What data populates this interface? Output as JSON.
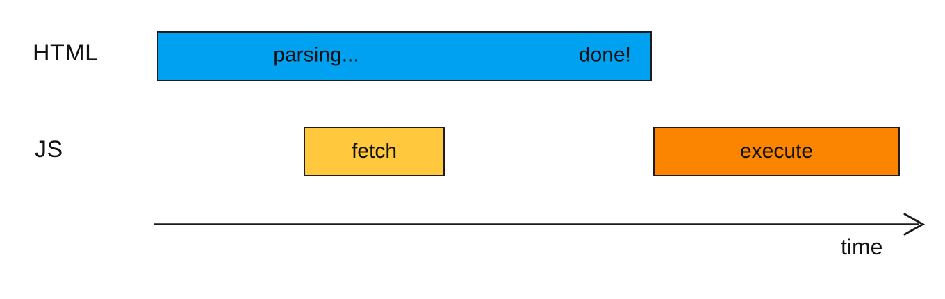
{
  "colors": {
    "background": "#ffffff",
    "bar_border": "#1c1c1c",
    "text": "#111111",
    "html_parsing_bar": "#00A1F1",
    "js_fetch_bar": "#FFC83D",
    "js_execute_bar": "#FB8500"
  },
  "rows": {
    "html": {
      "label": "HTML",
      "parsing_bar": {
        "start_label": "parsing...",
        "end_label": "done!"
      }
    },
    "js": {
      "label": "JS",
      "fetch_bar": {
        "label": "fetch"
      },
      "execute_bar": {
        "label": "execute"
      }
    }
  },
  "axis": {
    "label": "time"
  }
}
